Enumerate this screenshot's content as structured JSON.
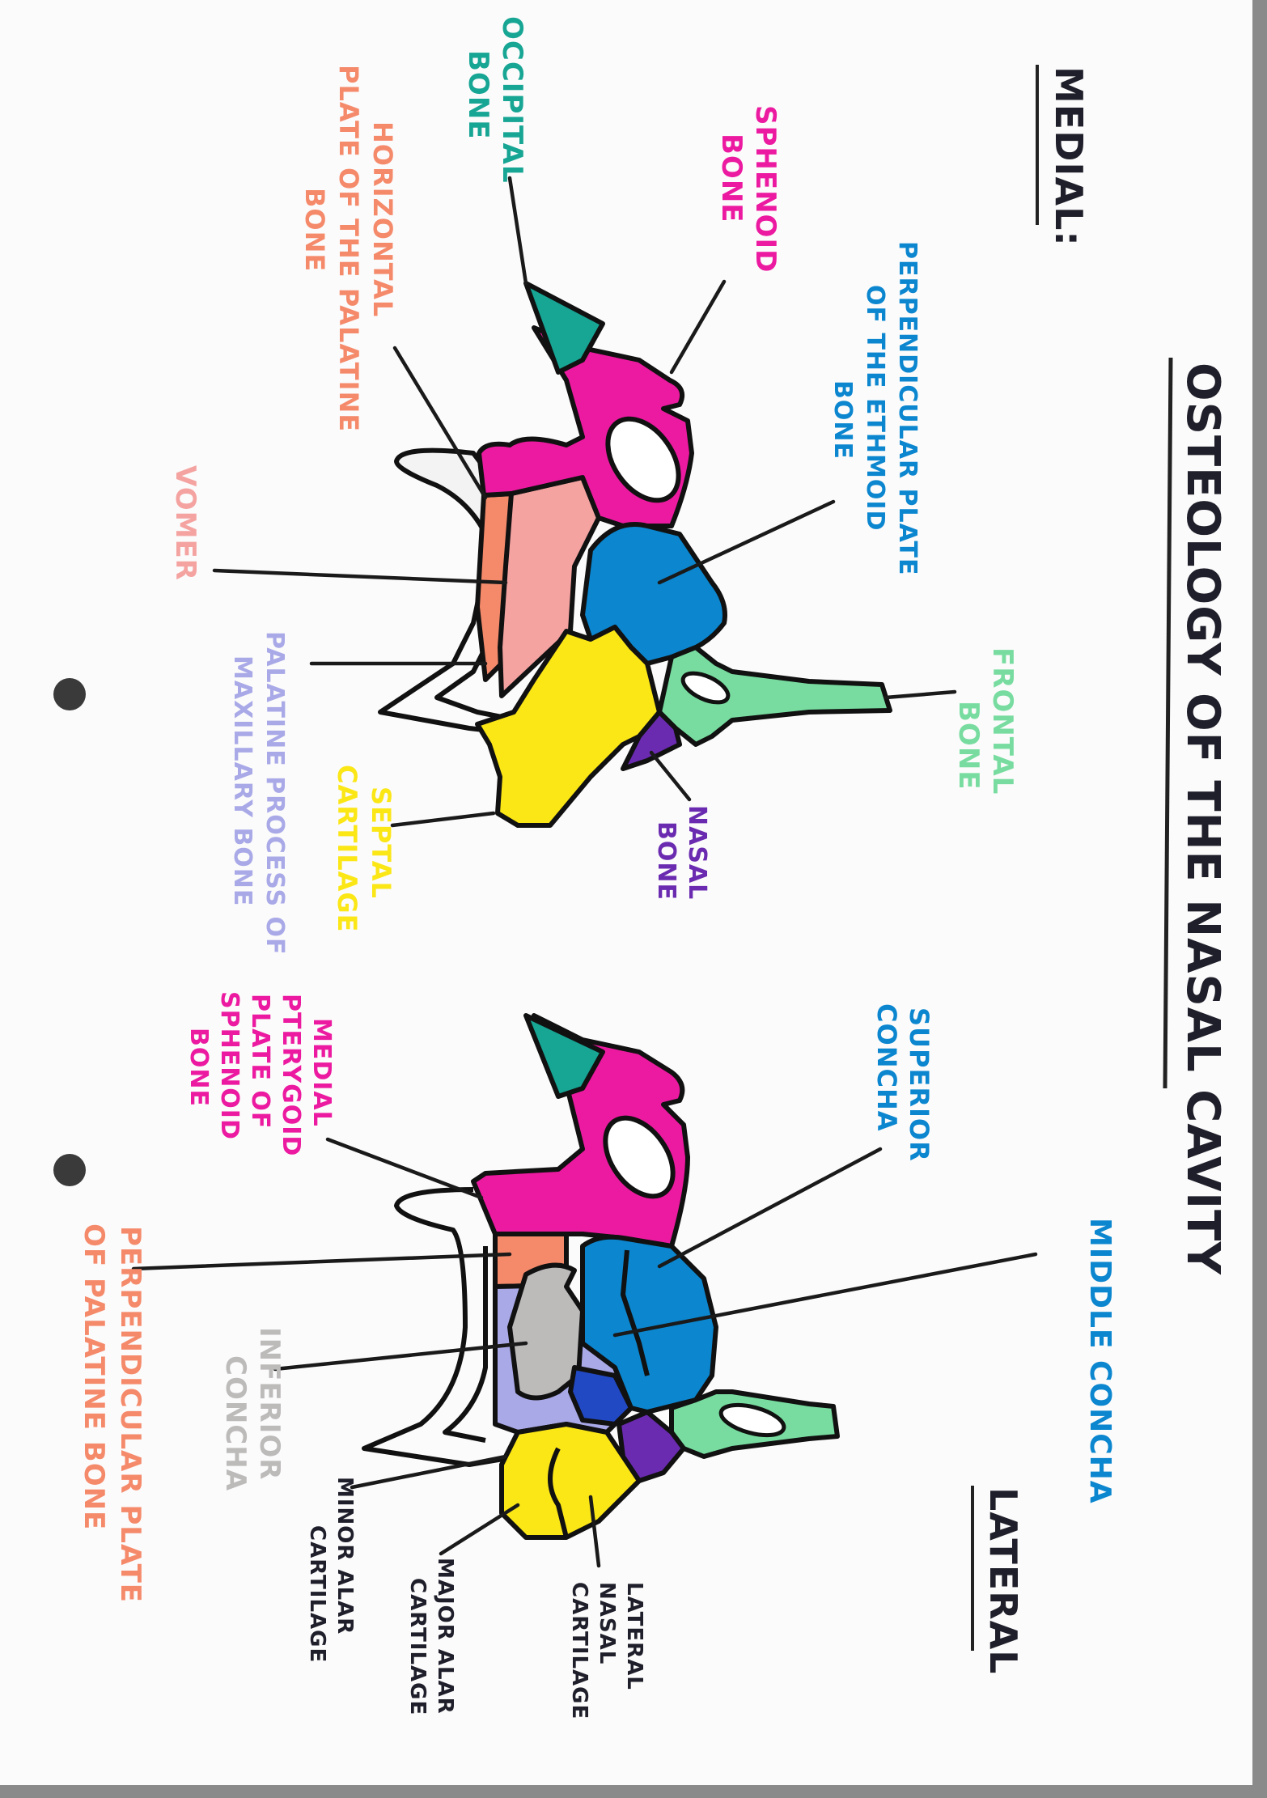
{
  "title": "OSTEOLOGY OF THE NASAL CAVITY",
  "medial_view": {
    "heading": "MEDIAL:",
    "labels": {
      "occipital_bone": [
        "OCCIPITAL",
        "BONE"
      ],
      "sphenoid_bone": [
        "SPHENOID",
        "BONE"
      ],
      "horizontal_plate": [
        "HORIZONTAL",
        "PLATE OF THE PALATINE",
        "BONE"
      ],
      "perpendicular_plate_ethmoid": [
        "PERPENDICULAR PLATE",
        "OF THE ETHMOID",
        "BONE"
      ],
      "vomer": [
        "VOMER"
      ],
      "frontal_bone": [
        "FRONTAL",
        "BONE"
      ],
      "palatine_process": [
        "PALATINE PROCESS OF",
        "MAXILLARY BONE"
      ],
      "septal_cartilage": [
        "SEPTAL",
        "CARTILAGE"
      ],
      "nasal_bone": [
        "NASAL",
        "BONE"
      ]
    }
  },
  "lateral_view": {
    "heading": "LATERAL",
    "labels": {
      "superior_concha": [
        "SUPERIOR",
        "CONCHA"
      ],
      "medial_pterygoid": [
        "MEDIAL",
        "PTERYGOID",
        "PLATE OF",
        "SPHENOID",
        "BONE"
      ],
      "middle_concha": [
        "MIDDLE CONCHA"
      ],
      "perpendicular_plate_palatine": [
        "PERPENDICULAR PLATE",
        "OF PALATINE BONE"
      ],
      "inferior_concha": [
        "INFERIOR",
        "CONCHA"
      ],
      "minor_alar": [
        "MINOR ALAR",
        "CARTILAGE"
      ],
      "major_alar": [
        "MAJOR ALAR",
        "CARTILAGE"
      ],
      "lateral_nasal": [
        "LATERAL",
        "NASAL",
        "CARTILAGE"
      ]
    }
  },
  "colors": {
    "paper": "#fbfbfb",
    "occipital": "#17a594",
    "sphenoid": "#ec1aa0",
    "ethmoid": "#0b86cf",
    "frontal": "#78dca0",
    "horizontal_plate": "#f58a6b",
    "palatine": "#f57f63",
    "vomer": "#f4a3a1",
    "maxilla": "#a9a9e8",
    "septal": "#fbe616",
    "nasal": "#6a2bb0",
    "inferior_concha": "#bdbaba",
    "middle_concha_dark": "#2249c4"
  }
}
